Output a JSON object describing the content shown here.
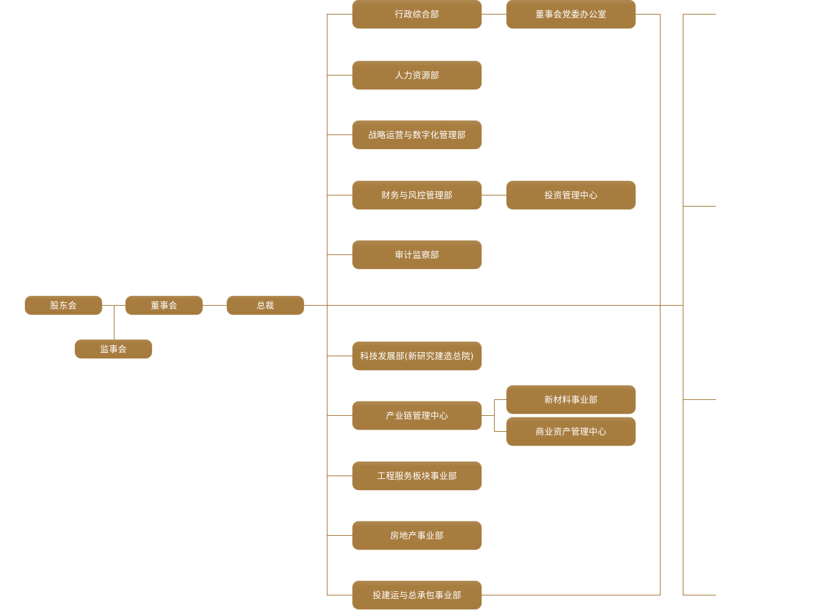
{
  "diagram": {
    "type": "organization-chart",
    "title": "",
    "theme": {
      "node_fill": "#a87d40",
      "node_text": "#ffffff",
      "connector": "#a5793c",
      "background": "#ffffff"
    }
  },
  "governance": {
    "shareholders_meeting": "股东会",
    "board_of_directors": "董事会",
    "supervisory_board": "监事会",
    "president": "总裁"
  },
  "departments": [
    {
      "id": "admin",
      "label": "行政综合部"
    },
    {
      "id": "hr",
      "label": "人力资源部"
    },
    {
      "id": "strategy",
      "label": "战略运营与数字化管理部"
    },
    {
      "id": "finance",
      "label": "财务与风控管理部"
    },
    {
      "id": "audit",
      "label": "审计监察部"
    },
    {
      "id": "tech",
      "label": "科技发展部(新研究建造总院)"
    },
    {
      "id": "industry-chain",
      "label": "产业链管理中心"
    },
    {
      "id": "engineering",
      "label": "工程服务板块事业部"
    },
    {
      "id": "realestate",
      "label": "房地产事业部"
    },
    {
      "id": "investment-build",
      "label": "投建运与总承包事业部"
    }
  ],
  "sub_units": [
    {
      "id": "party-office",
      "label": "董事会党委办公室",
      "parent": "admin"
    },
    {
      "id": "investment-center",
      "label": "投资管理中心",
      "parent": "finance"
    },
    {
      "id": "new-material",
      "label": "新材料事业部",
      "parent": "industry-chain"
    },
    {
      "id": "commercial-asset",
      "label": "商业资产管理中心",
      "parent": "industry-chain"
    }
  ]
}
